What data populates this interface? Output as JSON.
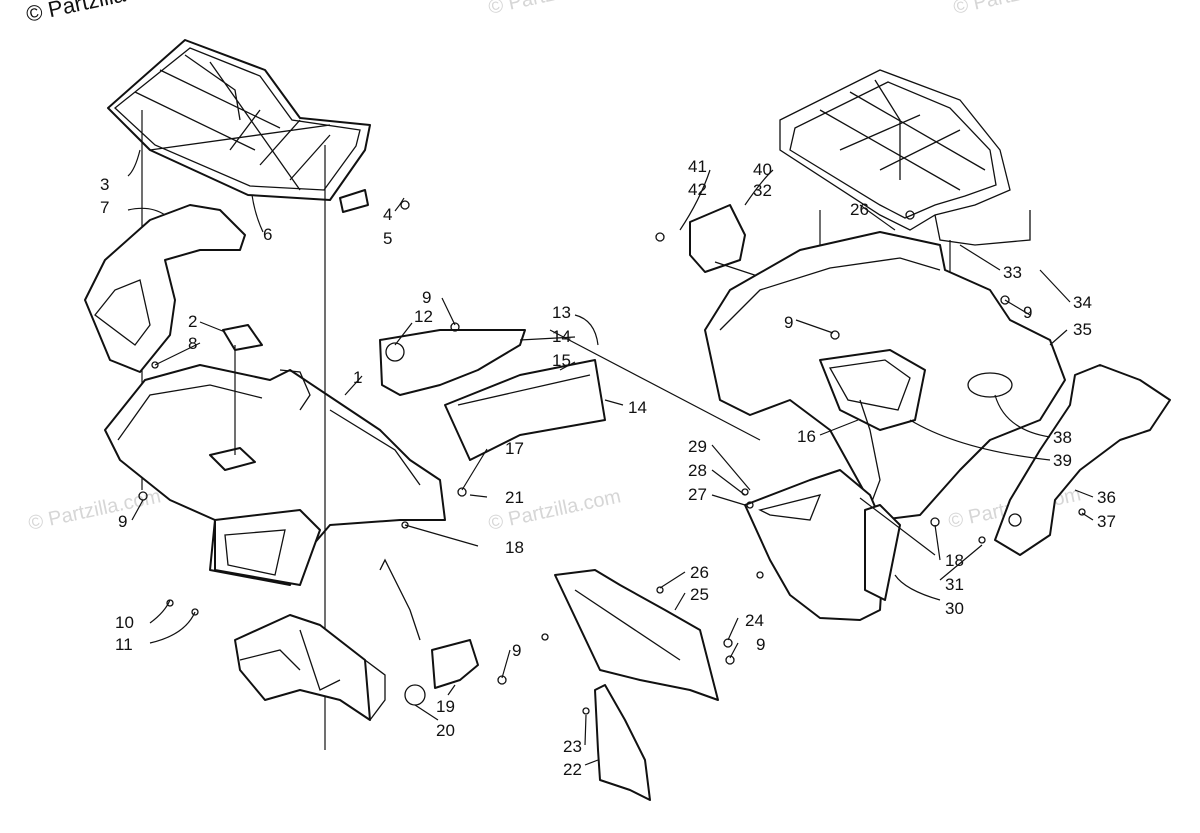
{
  "watermarks": {
    "corner": "© Partzilla",
    "mid": "© Partzilla.com"
  },
  "labels": [
    "1",
    "2",
    "3",
    "7",
    "4",
    "5",
    "6",
    "8",
    "9",
    "10",
    "11",
    "12",
    "13",
    "14",
    "15",
    "16",
    "17",
    "18",
    "19",
    "20",
    "21",
    "22",
    "23",
    "24",
    "25",
    "26",
    "27",
    "28",
    "29",
    "30",
    "31",
    "32",
    "33",
    "34",
    "35",
    "36",
    "37",
    "38",
    "39",
    "40",
    "41",
    "42"
  ]
}
